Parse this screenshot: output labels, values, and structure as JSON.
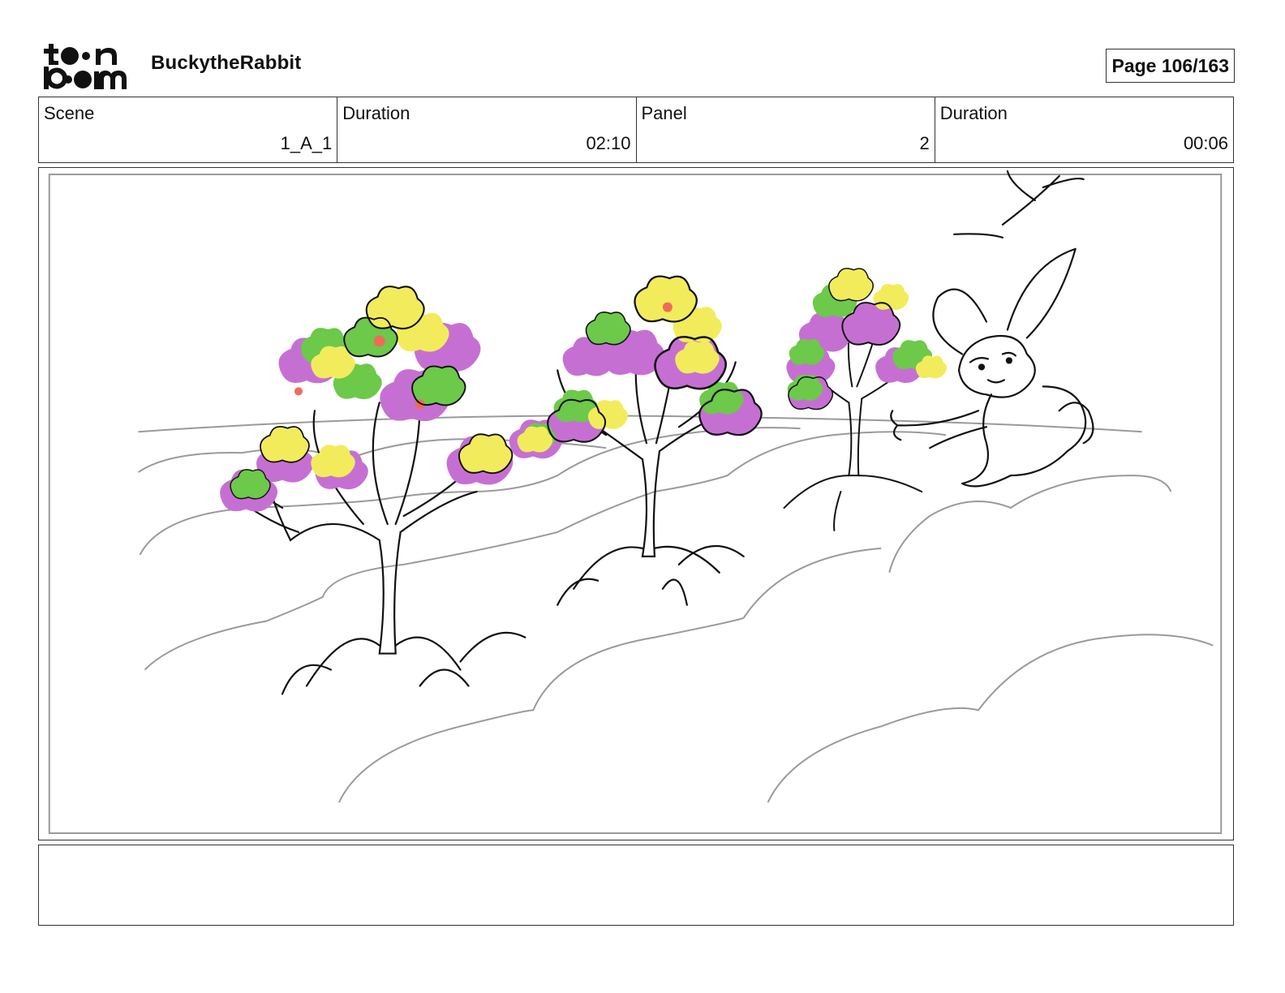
{
  "header": {
    "logo": {
      "icon": "toonboom-logo-icon",
      "line1": "t••n",
      "line2": "b••m"
    },
    "project_title": "BuckytheRabbit",
    "page_label": "Page 106/163"
  },
  "info": {
    "scene_label": "Scene",
    "scene_value": "1_A_1",
    "scene_duration_label": "Duration",
    "scene_duration_value": "02:10",
    "panel_label": "Panel",
    "panel_value": "2",
    "panel_duration_label": "Duration",
    "panel_duration_value": "00:06"
  },
  "panel": {
    "art": "storyboard-sketch-icon",
    "colors": {
      "purple": "#c66fd3",
      "green": "#6cc94a",
      "yellow": "#f2ec5c",
      "red": "#f06a5a",
      "ink": "#111111",
      "hill": "#9a9a9a"
    }
  },
  "notes": {
    "text": ""
  }
}
